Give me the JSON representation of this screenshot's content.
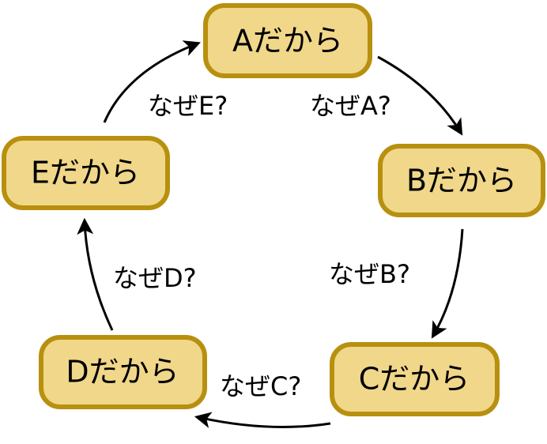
{
  "nodes": {
    "a": {
      "label": "Aだから"
    },
    "b": {
      "label": "Bだから"
    },
    "c": {
      "label": "Cだから"
    },
    "d": {
      "label": "Dだから"
    },
    "e": {
      "label": "Eだから"
    }
  },
  "edges": {
    "a_to_b": {
      "label": "なぜA?"
    },
    "b_to_c": {
      "label": "なぜB?"
    },
    "c_to_d": {
      "label": "なぜC?"
    },
    "d_to_e": {
      "label": "なぜD?"
    },
    "e_to_a": {
      "label": "なぜE?"
    }
  },
  "colors": {
    "node_fill": "#f0d78a",
    "node_border": "#b8900f",
    "arrow": "#000000",
    "text": "#000000"
  }
}
